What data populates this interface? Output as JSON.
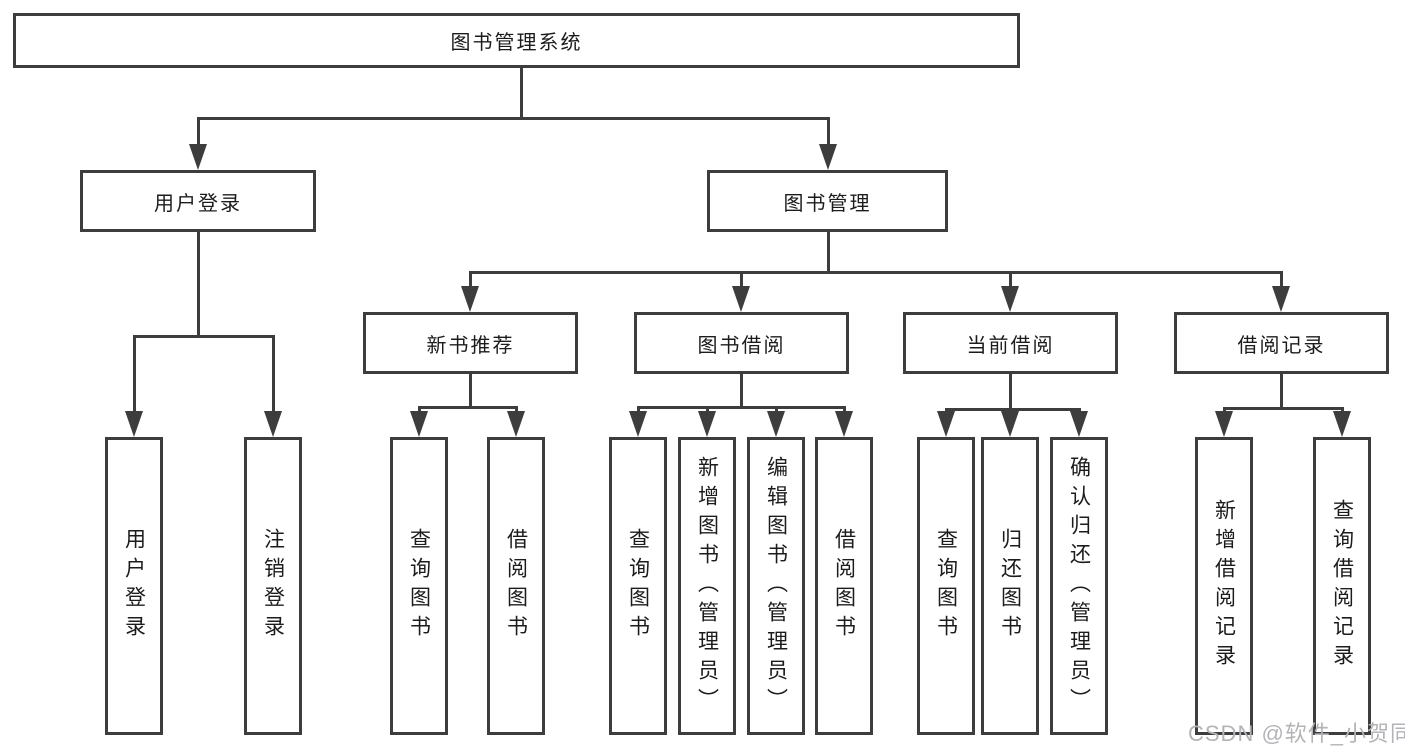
{
  "diagram_type": "hierarchy-tree",
  "colors": {
    "line": "#3d3d3d",
    "background": "#ffffff",
    "text": "#1c1c1c",
    "watermark_text": "#b4b4b8"
  },
  "watermark": {
    "text": "CSDN @软件_小贺同学"
  },
  "tree": {
    "label": "图书管理系统",
    "children": [
      {
        "label": "用户登录",
        "children": [
          {
            "label": "用户登录"
          },
          {
            "label": "注销登录"
          }
        ]
      },
      {
        "label": "图书管理",
        "children": [
          {
            "label": "新书推荐",
            "children": [
              {
                "label": "查询图书"
              },
              {
                "label": "借阅图书"
              }
            ]
          },
          {
            "label": "图书借阅",
            "children": [
              {
                "label": "查询图书"
              },
              {
                "label": "新增图书（管理员）"
              },
              {
                "label": "编辑图书（管理员）"
              },
              {
                "label": "借阅图书"
              }
            ]
          },
          {
            "label": "当前借阅",
            "children": [
              {
                "label": "查询图书"
              },
              {
                "label": "归还图书"
              },
              {
                "label": "确认归还（管理员）"
              }
            ]
          },
          {
            "label": "借阅记录",
            "children": [
              {
                "label": "新增借阅记录"
              },
              {
                "label": "查询借阅记录"
              }
            ]
          }
        ]
      }
    ]
  }
}
